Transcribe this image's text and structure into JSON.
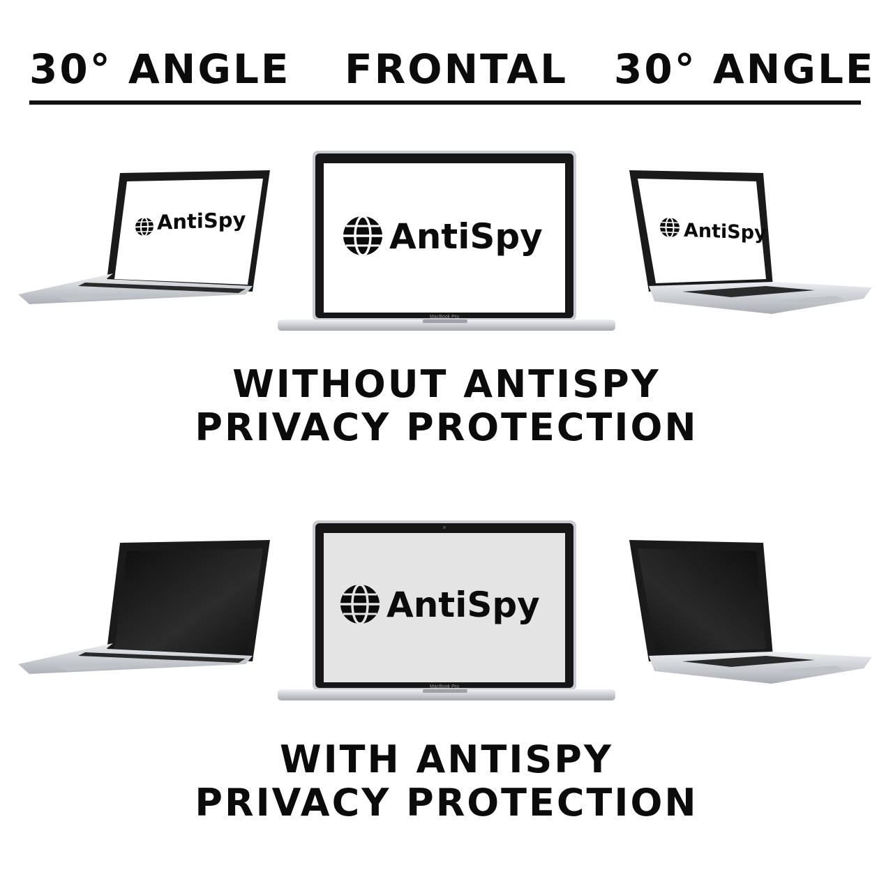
{
  "header": {
    "left_label": "30° ANGLE",
    "center_label": "FRONTAL",
    "right_label": "30° ANGLE"
  },
  "logo": {
    "brand": "AntiSpy",
    "icon": "globe-icon"
  },
  "laptop": {
    "model_label": "MacBook Pro"
  },
  "section_without": {
    "line1": "WITHOUT ANTISPY",
    "line2": "PRIVACY PROTECTION"
  },
  "section_with": {
    "line1": "WITH ANTISPY",
    "line2": "PRIVACY PROTECTION"
  },
  "colors": {
    "text": "#0b0b0b",
    "bezel": "#161616",
    "screen_clear": "#ffffff",
    "screen_filtered_front": "#e4e4e4",
    "screen_filtered_side": "#151515",
    "aluminum": "#cfd2d6"
  }
}
